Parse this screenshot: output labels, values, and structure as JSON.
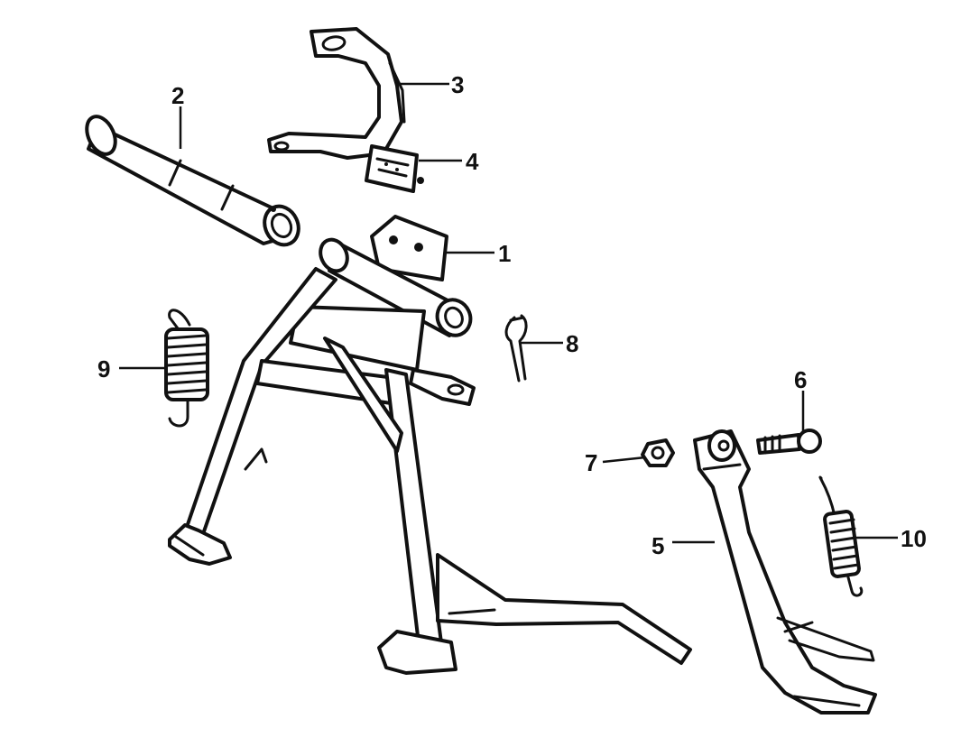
{
  "diagram": {
    "callouts": [
      {
        "id": "1",
        "label": "1",
        "part": "center-stand"
      },
      {
        "id": "2",
        "label": "2",
        "part": "stand-pivot-shaft"
      },
      {
        "id": "3",
        "label": "3",
        "part": "stand-stopper-bracket"
      },
      {
        "id": "4",
        "label": "4",
        "part": "stopper-rubber"
      },
      {
        "id": "5",
        "label": "5",
        "part": "side-stand"
      },
      {
        "id": "6",
        "label": "6",
        "part": "side-stand-pivot-bolt"
      },
      {
        "id": "7",
        "label": "7",
        "part": "nut"
      },
      {
        "id": "8",
        "label": "8",
        "part": "cotter-pin"
      },
      {
        "id": "9",
        "label": "9",
        "part": "center-stand-spring"
      },
      {
        "id": "10",
        "label": "10",
        "part": "side-stand-spring"
      }
    ],
    "colors": {
      "line": "#111111",
      "background": "#ffffff"
    }
  }
}
